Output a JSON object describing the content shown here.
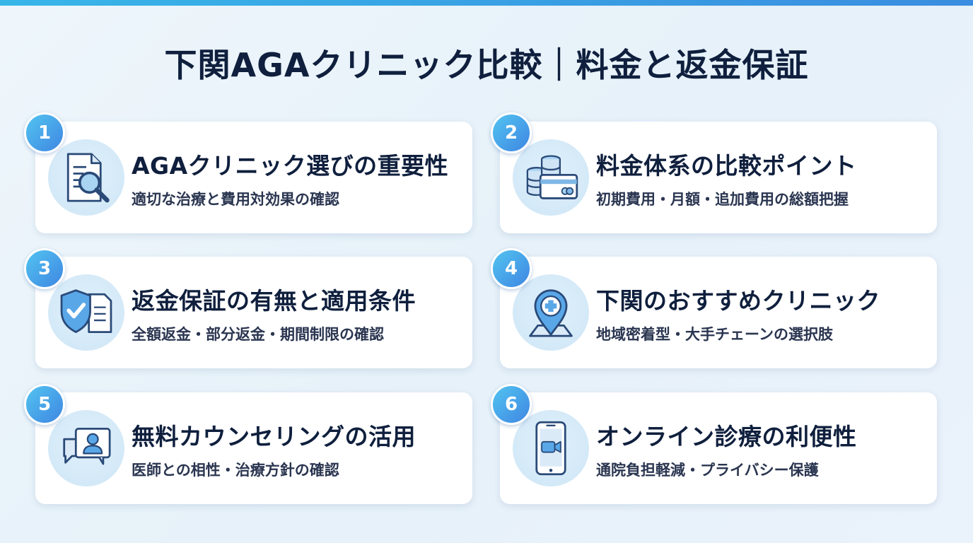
{
  "title": "下関AGAクリニック比較｜料金と返金保証",
  "cards": [
    {
      "num": "1",
      "title": "AGAクリニック選びの重要性",
      "subtitle": "適切な治療と費用対効果の確認",
      "icon": "document-search-icon"
    },
    {
      "num": "2",
      "title": "料金体系の比較ポイント",
      "subtitle": "初期費用・月額・追加費用の総額把握",
      "icon": "coins-card-icon"
    },
    {
      "num": "3",
      "title": "返金保証の有無と適用条件",
      "subtitle": "全額返金・部分返金・期間制限の確認",
      "icon": "shield-check-icon"
    },
    {
      "num": "4",
      "title": "下関のおすすめクリニック",
      "subtitle": "地域密着型・大手チェーンの選択肢",
      "icon": "map-pin-medical-icon"
    },
    {
      "num": "5",
      "title": "無料カウンセリングの活用",
      "subtitle": "医師との相性・治療方針の確認",
      "icon": "chat-person-icon"
    },
    {
      "num": "6",
      "title": "オンライン診療の利便性",
      "subtitle": "通院負担軽減・プライバシー保護",
      "icon": "phone-video-icon"
    }
  ],
  "colors": {
    "accent": "#3f86e2",
    "accent_light": "#52c4f0",
    "text": "#0f1f3d",
    "icon_fill": "#cfe6f6"
  }
}
